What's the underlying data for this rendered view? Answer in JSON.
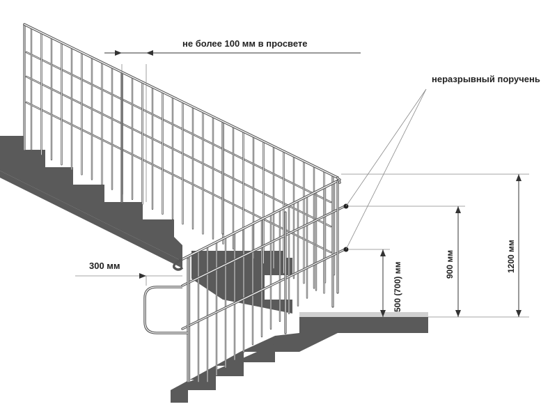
{
  "labels": {
    "gap": "не более 100 мм в просвете",
    "handrail": "неразрывный поручень",
    "extension": "300 мм",
    "h_low": "500 (700) мм",
    "h_mid": "900 мм",
    "h_high": "1200 мм"
  },
  "colors": {
    "rail": "#555555",
    "stair": "#5a5a5a",
    "background": "#ffffff"
  }
}
